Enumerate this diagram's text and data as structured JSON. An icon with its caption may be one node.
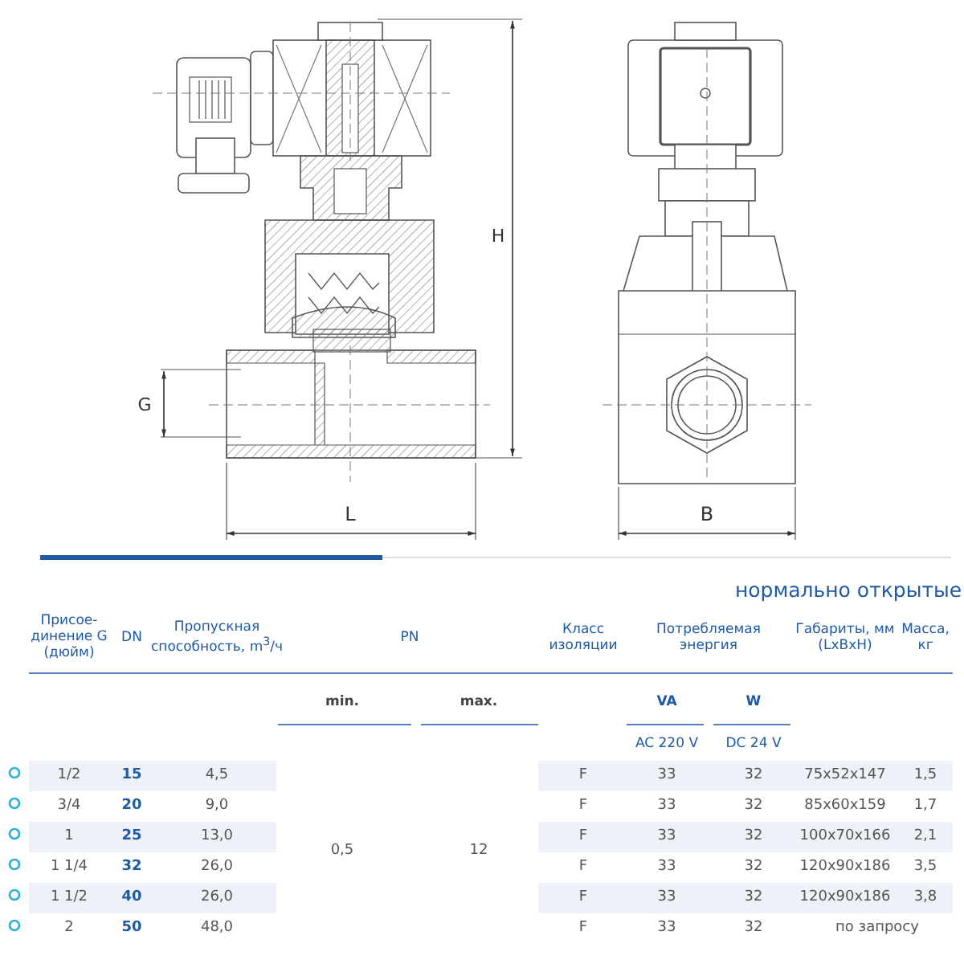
{
  "diagram": {
    "labels": [
      "G",
      "H",
      "L",
      "B",
      "нормально открытые",
      "Присое-динение G (дюйм)",
      "DN",
      "Пропускная способность, m$^{3}$/ч",
      "PN",
      "Класс изоляции",
      "Потребляемая энергия",
      "Габариты, мм (LxBxH)",
      "Масса, кг",
      "min.",
      "max.",
      "VA",
      "W",
      "AC 220 V",
      "DC 24 V",
      "1/2",
      "15",
      "4,5",
      "F",
      "33",
      "32",
      "75x52x147",
      "1,5",
      "3/4",
      "20",
      "9,0",
      "F",
      "33",
      "32",
      "85x60x159",
      "1,7",
      "1",
      "25",
      "13,0",
      "0,5",
      "12",
      "F",
      "33",
      "32",
      "100x70x166",
      "2,1",
      "1 1/4",
      "32",
      "26,0",
      "F",
      "33",
      "32",
      "120x90x186",
      "3,5",
      "1 1/2",
      "40",
      "26,0",
      "F",
      "33",
      "32",
      "120x90x186",
      "3,8",
      "2",
      "50",
      "48,0",
      "F",
      "33",
      "32",
      "по запросу"
    ]
  }
}
